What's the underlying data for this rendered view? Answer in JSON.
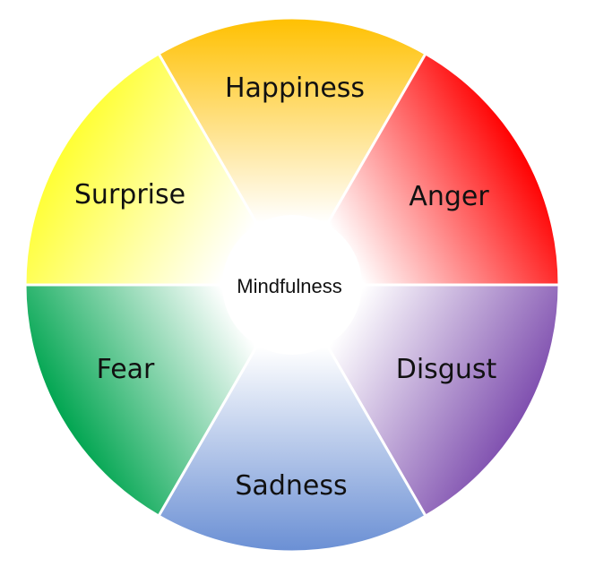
{
  "diagram": {
    "center": {
      "label": "Mindfulness"
    },
    "segments": [
      {
        "key": "happiness",
        "label": "Happiness",
        "color": "#FFC000",
        "inner_color": "#FFFFFF"
      },
      {
        "key": "anger",
        "label": "Anger",
        "color": "#FF0000",
        "inner_color": "#FFFFFF"
      },
      {
        "key": "disgust",
        "label": "Disgust",
        "color": "#7F4FAF",
        "inner_color": "#FFFFFF"
      },
      {
        "key": "sadness",
        "label": "Sadness",
        "color": "#6A8FD4",
        "inner_color": "#FFFFFF"
      },
      {
        "key": "fear",
        "label": "Fear",
        "color": "#00A550",
        "inner_color": "#FFFFFF"
      },
      {
        "key": "surprise",
        "label": "Surprise",
        "color": "#FFFF33",
        "inner_color": "#FFFFFF"
      }
    ]
  }
}
